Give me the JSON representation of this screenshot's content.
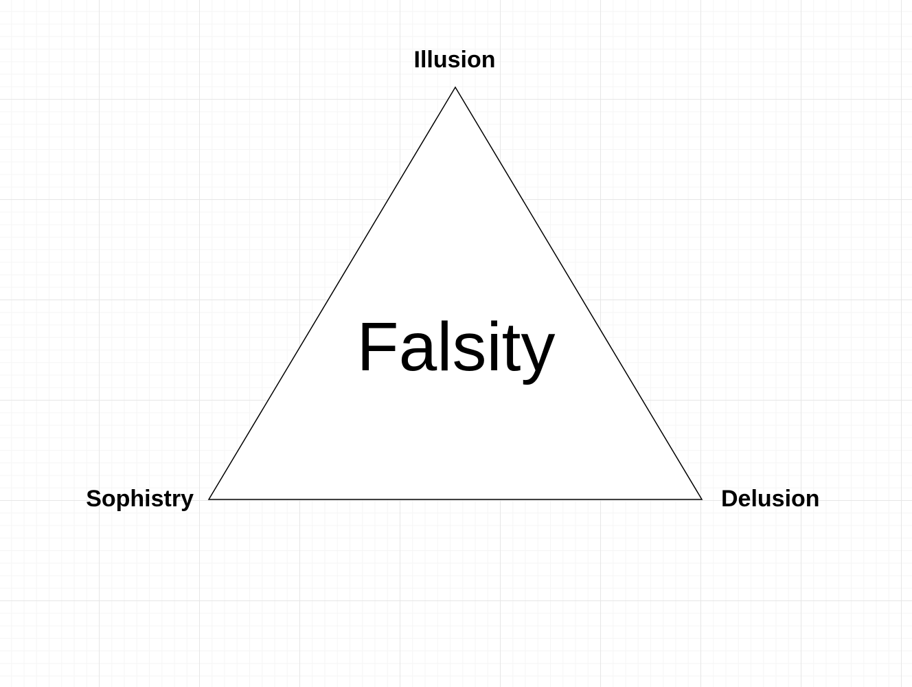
{
  "diagram": {
    "center_label": "Falsity",
    "vertices": {
      "top": "Illusion",
      "bottom_left": "Sophistry",
      "bottom_right": "Delusion"
    },
    "triangle": {
      "fill": "#ffffff",
      "stroke": "#000000"
    },
    "background": {
      "grid": true,
      "grid_color": "#e6e6e6"
    }
  }
}
